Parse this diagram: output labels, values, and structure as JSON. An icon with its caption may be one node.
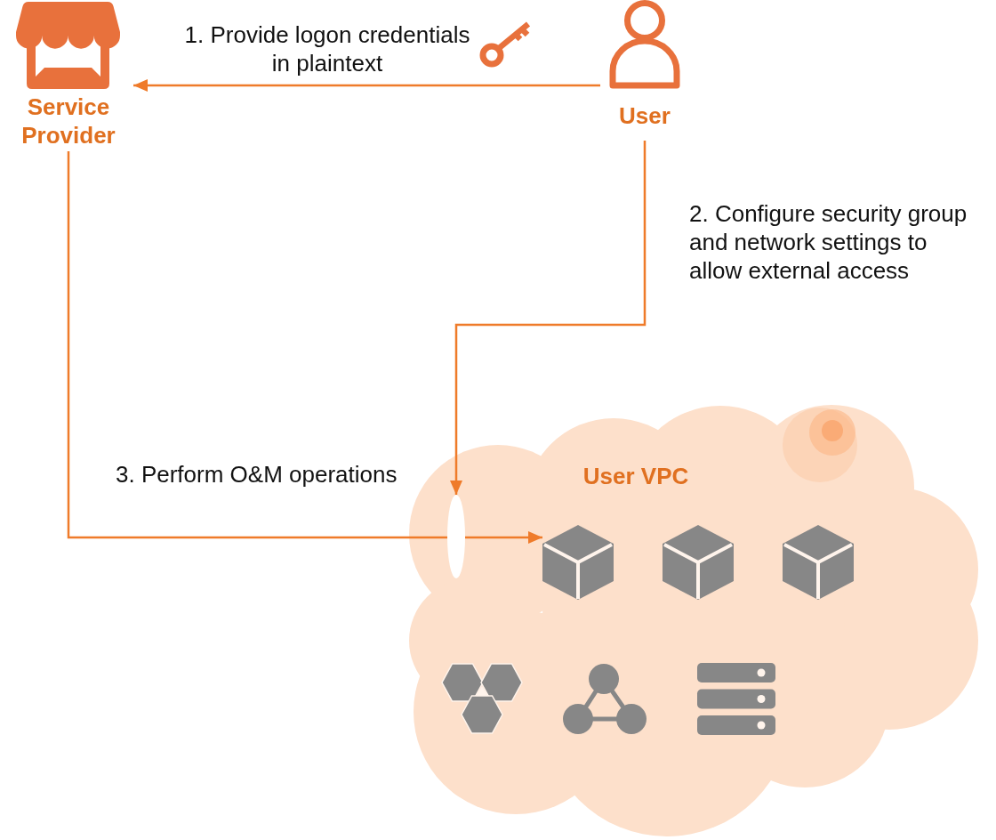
{
  "diagram": {
    "nodes": [
      {
        "text": [
          "Service Provider"
        ]
      },
      {
        "text": [
          "User"
        ]
      },
      {
        "text": [
          "User VPC"
        ]
      },
      {
        "text": [],
        "shape": "ellipse",
        "in": 2
      },
      {
        "text": [],
        "shape": "cube",
        "in": 2
      }
    ],
    "edges": [
      {
        "from": 1,
        "to": 0,
        "arrow": "to",
        "label": "1. Provide logon credentials in plaintext"
      },
      {
        "from": 1,
        "to": 3,
        "arrow": "to",
        "label": "2. Configure security group and network settings to allow external access"
      },
      {
        "from": 0,
        "to": 3,
        "arrow": "none",
        "label": "3. Perform O&M operations"
      },
      {
        "from": 3,
        "to": 4,
        "arrow": "to"
      }
    ]
  }
}
